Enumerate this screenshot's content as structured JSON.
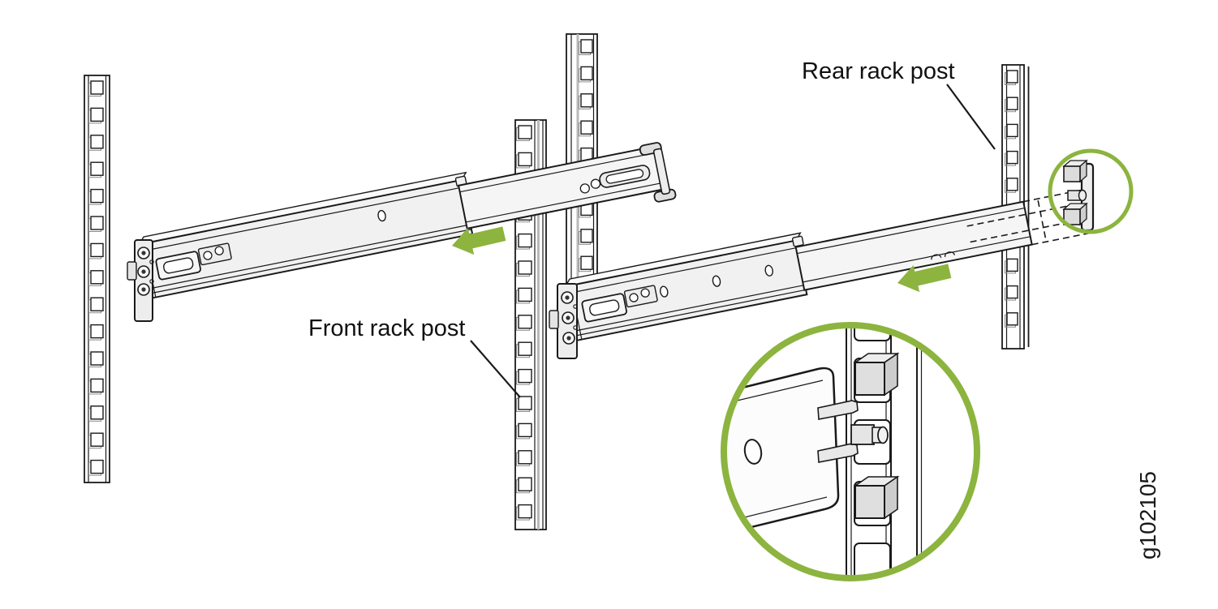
{
  "figure": {
    "figure_id": "g102105"
  },
  "labels": {
    "rear_rack_post": "Rear rack post",
    "front_rack_post": "Front rack post"
  },
  "colors": {
    "accent_green": "#8CB43F",
    "line": "#1A1A1A",
    "metal_light": "#F2F2F2",
    "background": "#FFFFFF"
  },
  "icons": {
    "slide_direction_arrow_left_rail": "left-block-arrow",
    "slide_direction_arrow_right_rail": "left-block-arrow",
    "detail_magnifier": "green-detail-circle",
    "rear_latch_highlight": "green-highlight-circle"
  }
}
